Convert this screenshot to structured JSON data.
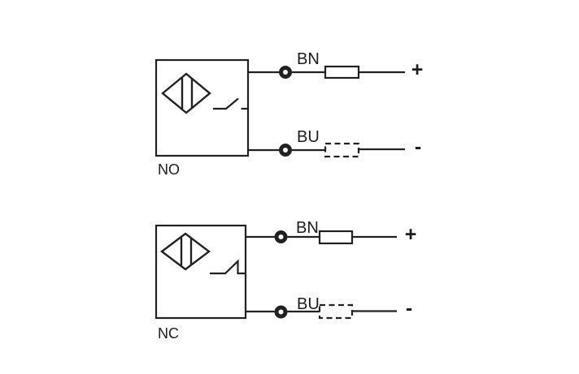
{
  "colors": {
    "line": "#212121",
    "background": "#ffffff"
  },
  "diagrams": [
    {
      "contact_label": "NO",
      "wires": {
        "positive": {
          "color_code": "BN",
          "terminal": "+"
        },
        "negative": {
          "color_code": "BU",
          "terminal": "-"
        }
      }
    },
    {
      "contact_label": "NC",
      "wires": {
        "positive": {
          "color_code": "BN",
          "terminal": "+"
        },
        "negative": {
          "color_code": "BU",
          "terminal": "-"
        }
      }
    }
  ]
}
